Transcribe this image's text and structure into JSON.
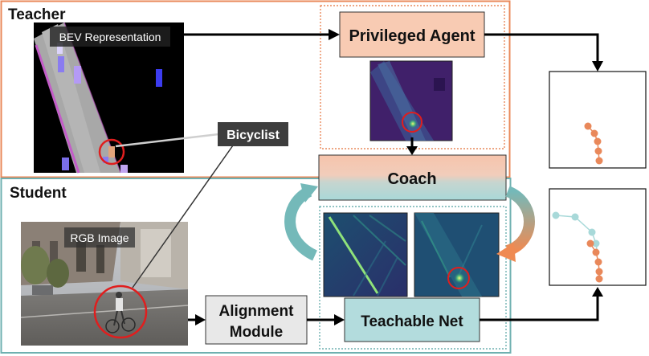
{
  "sections": {
    "teacher": "Teacher",
    "student": "Student"
  },
  "panels": {
    "bev": "BEV Representation",
    "rgb": "RGB Image"
  },
  "callout": "Bicyclist",
  "boxes": {
    "privileged_agent": "Privileged Agent",
    "coach": "Coach",
    "alignment_line1": "Alignment",
    "alignment_line2": "Module",
    "teachable_net": "Teachable Net"
  },
  "colors": {
    "teacher_border": "#e9885a",
    "student_border": "#6fb0b0",
    "privileged_fill": "#f8cbb3",
    "coach_top": "#f6c4ac",
    "coach_bottom": "#a9d8d8",
    "teachable_fill": "#b3dcdd",
    "alignment_fill": "#e8e8e8",
    "waypoint_orange": "#e9885a",
    "waypoint_teal": "#a8d9d9",
    "red_circle": "#e01e1e"
  }
}
